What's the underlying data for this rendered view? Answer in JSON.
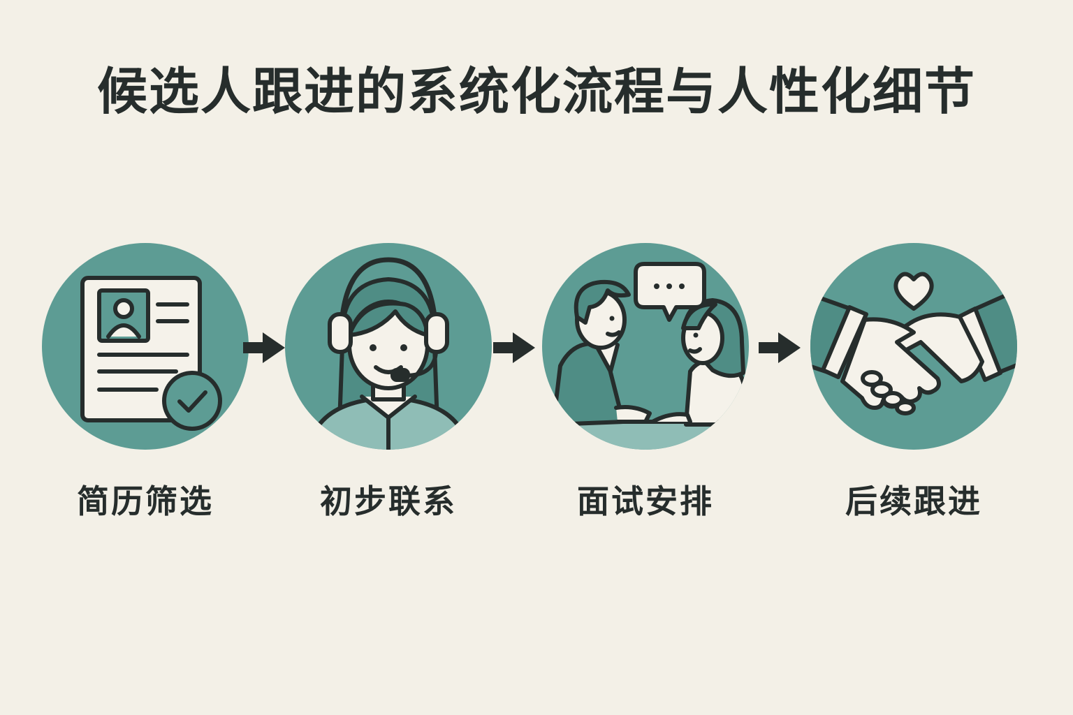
{
  "title": "候选人跟进的系统化流程与人性化细节",
  "colors": {
    "background": "#f3f0e7",
    "circle": "#5d9c94",
    "circle_light": "#8fbdb6",
    "ink": "#262d2c",
    "paper": "#f5f2ea"
  },
  "steps": [
    {
      "label": "简历筛选",
      "icon": "resume-check-icon"
    },
    {
      "label": "初步联系",
      "icon": "headset-agent-icon"
    },
    {
      "label": "面试安排",
      "icon": "interview-conversation-icon"
    },
    {
      "label": "后续跟进",
      "icon": "handshake-heart-icon"
    }
  ]
}
